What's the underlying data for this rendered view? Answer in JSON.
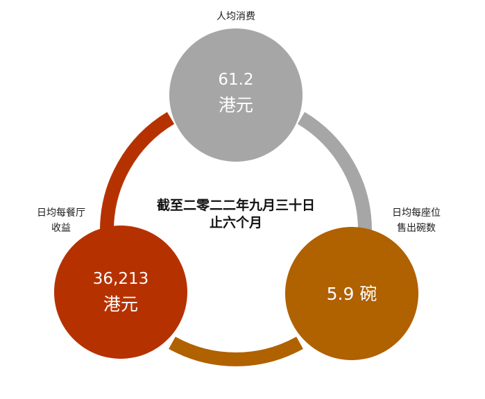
{
  "colors": {
    "grey": "#a6a6a6",
    "red": "#b53200",
    "orange": "#b06100",
    "text": "#1a1a1a",
    "circle_text": "#ffffff"
  },
  "center_label": {
    "line1": "截至二零二二年九月三十日",
    "line2": "止六个月"
  },
  "top": {
    "label": "人均消费",
    "value": "61.2",
    "unit": "港元"
  },
  "left": {
    "label_line1": "日均每餐厅",
    "label_line2": "收益",
    "value": "36,213",
    "unit": "港元"
  },
  "right": {
    "label_line1": "日均每座位",
    "label_line2": "售出碗数",
    "value": "5.9 碗"
  }
}
